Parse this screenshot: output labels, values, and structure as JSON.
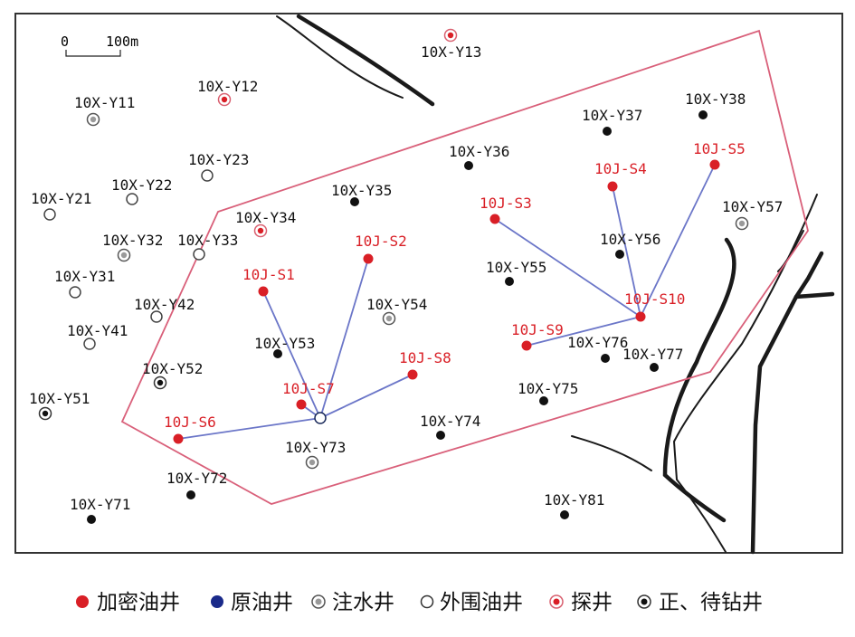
{
  "scale": {
    "zero": "0",
    "distance": "100m"
  },
  "colors": {
    "infill": "#d91f26",
    "original": "#1a2a8a",
    "boundary": "#d9607a",
    "connector": "#6b76c8",
    "existing": "#111111",
    "faults": "#1a1a1a"
  },
  "legend": {
    "infill": "加密油井",
    "original": "原油井",
    "injection": "注水井",
    "peripheral": "外围油井",
    "exploration": "探井",
    "pending": "正、待钻井"
  },
  "wells": [
    {
      "id": "10X-Y13",
      "type": "exploration"
    },
    {
      "id": "10X-Y11",
      "type": "injection"
    },
    {
      "id": "10X-Y12",
      "type": "exploration"
    },
    {
      "id": "10X-Y23",
      "type": "peripheral"
    },
    {
      "id": "10X-Y22",
      "type": "peripheral"
    },
    {
      "id": "10X-Y21",
      "type": "peripheral"
    },
    {
      "id": "10X-Y34",
      "type": "exploration"
    },
    {
      "id": "10X-Y32",
      "type": "injection"
    },
    {
      "id": "10X-Y33",
      "type": "peripheral"
    },
    {
      "id": "10X-Y31",
      "type": "peripheral"
    },
    {
      "id": "10X-Y42",
      "type": "peripheral"
    },
    {
      "id": "10X-Y41",
      "type": "peripheral"
    },
    {
      "id": "10X-Y52",
      "type": "pending"
    },
    {
      "id": "10X-Y51",
      "type": "pending"
    },
    {
      "id": "10X-Y36",
      "type": "existing"
    },
    {
      "id": "10X-Y35",
      "type": "existing"
    },
    {
      "id": "10X-Y37",
      "type": "existing"
    },
    {
      "id": "10X-Y38",
      "type": "existing"
    },
    {
      "id": "10X-Y57",
      "type": "injection"
    },
    {
      "id": "10X-Y56",
      "type": "existing"
    },
    {
      "id": "10X-Y55",
      "type": "existing"
    },
    {
      "id": "10X-Y54",
      "type": "injection"
    },
    {
      "id": "10X-Y53",
      "type": "existing"
    },
    {
      "id": "10X-Y76",
      "type": "existing"
    },
    {
      "id": "10X-Y77",
      "type": "existing"
    },
    {
      "id": "10X-Y75",
      "type": "existing"
    },
    {
      "id": "10X-Y74",
      "type": "existing"
    },
    {
      "id": "10X-Y73",
      "type": "injection"
    },
    {
      "id": "10X-Y72",
      "type": "existing"
    },
    {
      "id": "10X-Y71",
      "type": "existing"
    },
    {
      "id": "10X-Y81",
      "type": "existing"
    },
    {
      "id": "10J-S1",
      "type": "infill"
    },
    {
      "id": "10J-S2",
      "type": "infill"
    },
    {
      "id": "10J-S3",
      "type": "infill"
    },
    {
      "id": "10J-S4",
      "type": "infill"
    },
    {
      "id": "10J-S5",
      "type": "infill"
    },
    {
      "id": "10J-S6",
      "type": "infill"
    },
    {
      "id": "10J-S7",
      "type": "infill"
    },
    {
      "id": "10J-S8",
      "type": "infill"
    },
    {
      "id": "10J-S9",
      "type": "infill"
    },
    {
      "id": "10J-S10",
      "type": "infill"
    }
  ]
}
